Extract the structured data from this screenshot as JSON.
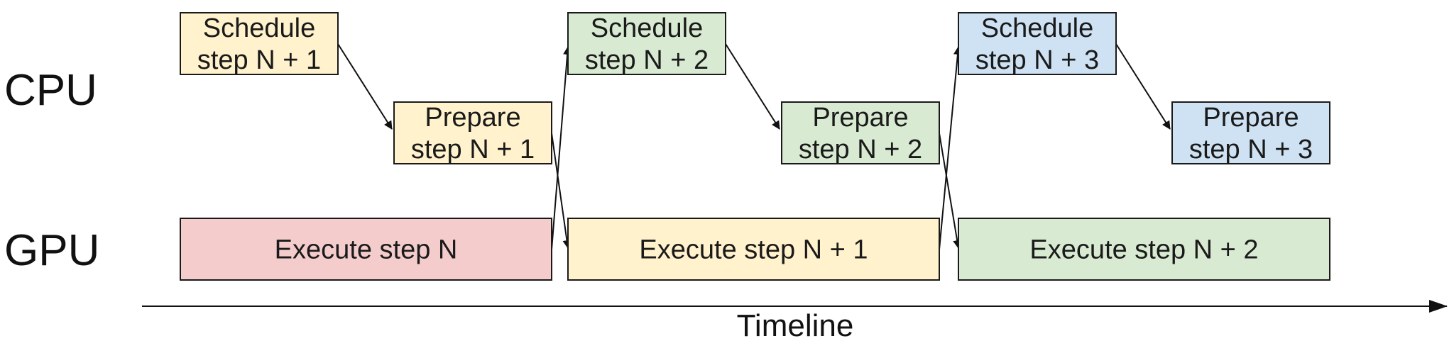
{
  "rows": {
    "cpu": "CPU",
    "gpu": "GPU"
  },
  "axis": {
    "label": "Timeline"
  },
  "colors": {
    "red": "#f4cccc",
    "yellow": "#fff2cc",
    "green": "#d9ead3",
    "blue": "#cfe2f3"
  },
  "boxes": [
    {
      "id": "cpu-schedule-n1",
      "lines": [
        "Schedule",
        "step N + 1"
      ],
      "color": "yellow"
    },
    {
      "id": "cpu-prepare-n1",
      "lines": [
        "Prepare",
        "step N + 1"
      ],
      "color": "yellow"
    },
    {
      "id": "cpu-schedule-n2",
      "lines": [
        "Schedule",
        "step N + 2"
      ],
      "color": "green"
    },
    {
      "id": "cpu-prepare-n2",
      "lines": [
        "Prepare",
        "step N + 2"
      ],
      "color": "green"
    },
    {
      "id": "cpu-schedule-n3",
      "lines": [
        "Schedule",
        "step N + 3"
      ],
      "color": "blue"
    },
    {
      "id": "cpu-prepare-n3",
      "lines": [
        "Prepare",
        "step N + 3"
      ],
      "color": "blue"
    },
    {
      "id": "gpu-execute-n",
      "lines": [
        "Execute step N"
      ],
      "color": "red"
    },
    {
      "id": "gpu-execute-n1",
      "lines": [
        "Execute step N + 1"
      ],
      "color": "yellow"
    },
    {
      "id": "gpu-execute-n2",
      "lines": [
        "Execute step N + 2"
      ],
      "color": "green"
    }
  ],
  "edges": [
    {
      "from": "cpu-schedule-n1",
      "to": "cpu-prepare-n1"
    },
    {
      "from": "cpu-prepare-n1",
      "to": "gpu-execute-n1"
    },
    {
      "from": "gpu-execute-n",
      "to": "cpu-schedule-n2"
    },
    {
      "from": "cpu-schedule-n2",
      "to": "cpu-prepare-n2"
    },
    {
      "from": "cpu-prepare-n2",
      "to": "gpu-execute-n2"
    },
    {
      "from": "gpu-execute-n1",
      "to": "cpu-schedule-n3"
    },
    {
      "from": "cpu-schedule-n3",
      "to": "cpu-prepare-n3"
    }
  ]
}
